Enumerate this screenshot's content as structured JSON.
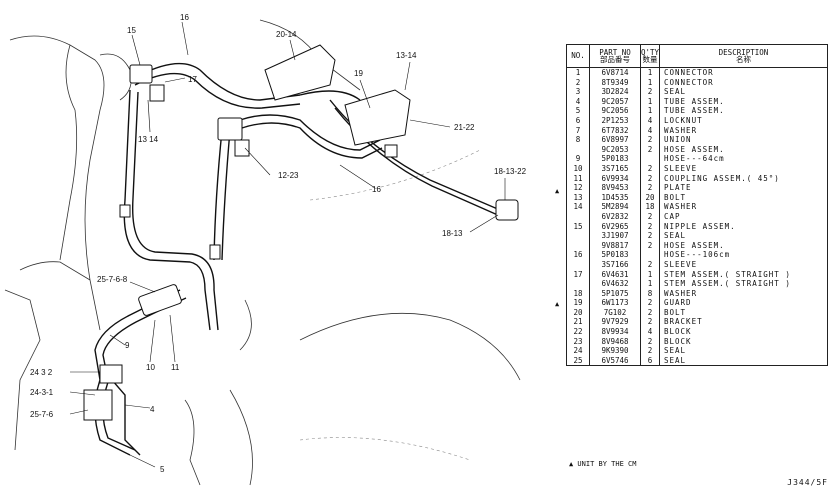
{
  "table": {
    "header": {
      "no": "NO.",
      "part_no": "PART NO",
      "part_no_jp": "部品番号",
      "qty": "Q'TY",
      "qty_jp": "数量",
      "description": "DESCRIPTION",
      "description_jp": "名称"
    },
    "rows": [
      {
        "no": "1",
        "pn": "6V8714",
        "qty": "1",
        "desc": "CONNECTOR"
      },
      {
        "no": "2",
        "pn": "8T9349",
        "qty": "1",
        "desc": "CONNECTOR"
      },
      {
        "no": "3",
        "pn": "3D2824",
        "qty": "2",
        "desc": "SEAL"
      },
      {
        "no": "4",
        "pn": "9C2057",
        "qty": "1",
        "desc": "TUBE ASSEM."
      },
      {
        "no": "5",
        "pn": "9C2056",
        "qty": "1",
        "desc": "TUBE ASSEM."
      },
      {
        "no": "6",
        "pn": "2P1253",
        "qty": "4",
        "desc": "LOCKNUT"
      },
      {
        "no": "7",
        "pn": "6T7832",
        "qty": "4",
        "desc": "WASHER"
      },
      {
        "no": "8",
        "pn": "6V8997",
        "qty": "2",
        "desc": "UNION"
      },
      {
        "no": "",
        "pn": "9C2053",
        "qty": "2",
        "desc": "HOSE ASSEM."
      },
      {
        "no": "9",
        "pn": "5P0183",
        "qty": "",
        "desc": "  HOSE---64cm"
      },
      {
        "no": "10",
        "pn": "3S7165",
        "qty": "2",
        "desc": "  SLEEVE"
      },
      {
        "no": "11",
        "pn": "6V9934",
        "qty": "2",
        "desc": "COUPLING ASSEM.( 45°)"
      },
      {
        "no": "12",
        "pn": "8V9453",
        "qty": "2",
        "desc": "PLATE"
      },
      {
        "no": "13",
        "pn": "1D4535",
        "qty": "20",
        "desc": "BOLT"
      },
      {
        "no": "14",
        "pn": "5M2894",
        "qty": "18",
        "desc": "WASHER"
      },
      {
        "no": "",
        "pn": "6V2832",
        "qty": "2",
        "desc": "CAP"
      },
      {
        "no": "15",
        "pn": "6V2965",
        "qty": "2",
        "desc": "NIPPLE ASSEM."
      },
      {
        "no": "",
        "pn": "3J1907",
        "qty": "2",
        "desc": "SEAL"
      },
      {
        "no": "",
        "pn": "9V8817",
        "qty": "2",
        "desc": "HOSE ASSEM."
      },
      {
        "no": "16",
        "pn": "5P0183",
        "qty": "",
        "desc": "  HOSE---106cm"
      },
      {
        "no": "",
        "pn": "3S7166",
        "qty": "2",
        "desc": "  SLEEVE"
      },
      {
        "no": "17",
        "pn": "6V4631",
        "qty": "1",
        "desc": "STEM ASSEM.( STRAIGHT )"
      },
      {
        "no": "",
        "pn": "6V4632",
        "qty": "1",
        "desc": "STEM ASSEM.( STRAIGHT )"
      },
      {
        "no": "18",
        "pn": "5P1075",
        "qty": "8",
        "desc": "WASHER"
      },
      {
        "no": "19",
        "pn": "6W1173",
        "qty": "2",
        "desc": "GUARD"
      },
      {
        "no": "20",
        "pn": "7G102",
        "qty": "2",
        "desc": "BOLT"
      },
      {
        "no": "21",
        "pn": "9V7929",
        "qty": "2",
        "desc": "BRACKET"
      },
      {
        "no": "22",
        "pn": "8V9934",
        "qty": "4",
        "desc": "BLOCK"
      },
      {
        "no": "23",
        "pn": "8V9468",
        "qty": "2",
        "desc": "BLOCK"
      },
      {
        "no": "24",
        "pn": "9K9390",
        "qty": "2",
        "desc": "SEAL"
      },
      {
        "no": "25",
        "pn": "6V5746",
        "qty": "6",
        "desc": "SEAL"
      }
    ]
  },
  "callouts": {
    "c16": "16",
    "c15": "15",
    "c17": "17",
    "c13_14_left": "13 14",
    "c20_14": "20-14",
    "c13_14_right": "13-14",
    "c19": "19",
    "c21_22": "21-22",
    "c12_23": "12-23",
    "c16b": "16",
    "c18_13_22": "18-13-22",
    "c18_13": "18-13",
    "c25_7_6_8": "25-7-6-8",
    "c9": "9",
    "c10": "10",
    "c11": "11",
    "c24_3_2": "24 3 2",
    "c24_3_1": "24-3-1",
    "c25_7_6": "25-7-6",
    "c4": "4",
    "c5": "5"
  },
  "footnote": "▲ UNIT BY THE CM",
  "drawing_code": "J344/5F"
}
